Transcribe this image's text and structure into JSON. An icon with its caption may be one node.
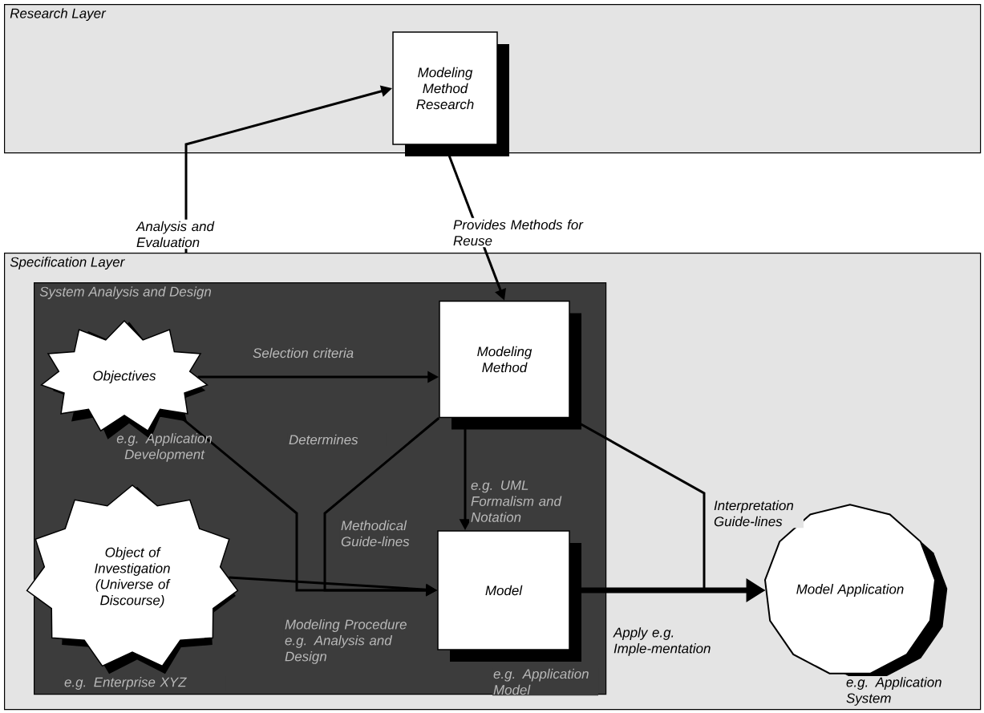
{
  "diagram": {
    "nodes": [
      {
        "text": [
          "Research Layer"
        ]
      },
      {
        "text": [
          "Modeling Method Research"
        ],
        "in": 0
      },
      {
        "text": [
          "Specification Layer"
        ]
      },
      {
        "text": [
          "System Analysis and Design"
        ],
        "in": 2
      },
      {
        "text": [
          "Objectives"
        ],
        "in": 3
      },
      {
        "text": [
          "Modeling Method"
        ],
        "in": 3
      },
      {
        "text": [
          "Object of Investigation (Universe of Discourse)"
        ],
        "in": 3,
        "beside": [
          "e.g. Enterprise XYZ"
        ]
      },
      {
        "text": [
          "Model"
        ],
        "in": 3,
        "beside": [
          "e.g. Application Model"
        ]
      },
      {
        "text": [
          "Model Application"
        ],
        "in": 2,
        "beside": [
          "e.g. Application System"
        ]
      }
    ],
    "edges": [
      {
        "from": 2,
        "to": 1,
        "arrow": "to",
        "label": "Analysis and Evaluation"
      },
      {
        "from": 1,
        "to": 5,
        "arrow": "to",
        "label": "Provides Methods for Reuse"
      },
      {
        "from": 4,
        "to": 5,
        "arrow": "to",
        "label": "Selection criteria"
      },
      {
        "from": 4,
        "to": 7,
        "arrow": "to",
        "label": "Determines"
      },
      {
        "from": 5,
        "to": 7,
        "arrow": "to",
        "label": "Methodical Guide-lines"
      },
      {
        "from": 5,
        "to": 7,
        "arrow": "to",
        "label": "e.g. UML Formalism and Notation"
      },
      {
        "from": 5,
        "to": 8,
        "arrow": "to",
        "label": "Interpretation Guide-lines"
      },
      {
        "from": 6,
        "to": 7,
        "arrow": "to",
        "label": "Modeling Procedure e.g. Analysis and Design"
      },
      {
        "from": 7,
        "to": 8,
        "arrow": "to",
        "style": "thick",
        "label": "Apply e.g. Imple-mentation"
      }
    ],
    "labels": [
      "e.g. Application Development"
    ]
  }
}
